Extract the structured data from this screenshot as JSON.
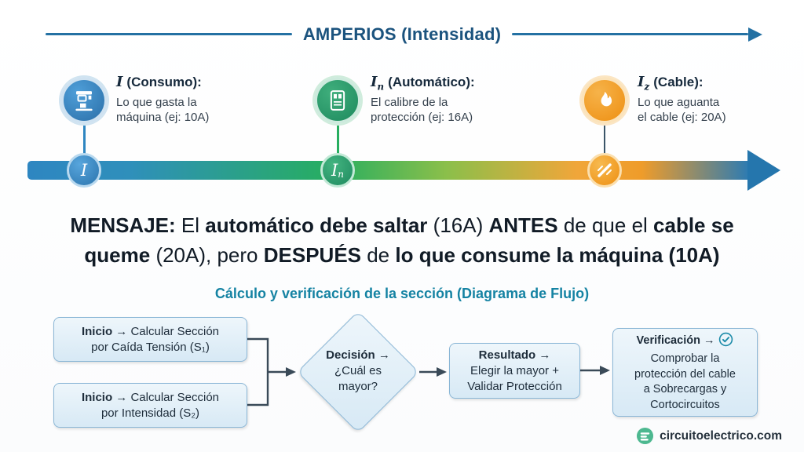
{
  "colors": {
    "header_blue": "#1b537e",
    "node_blue": "#2e86c1",
    "node_green": "#27ae60",
    "node_orange": "#f39c12",
    "flow_title_teal": "#1583a3",
    "flow_box_fill": "#d7e9f5",
    "flow_box_border": "#8ab6d6",
    "brand_green": "#4db890"
  },
  "icons": {
    "node1": "coffee-machine-icon",
    "node2": "circuit-breaker-icon",
    "node3": "flame-icon",
    "badge3": "cable-icon",
    "verify": "verified-check-icon",
    "brand": "brand-circle-icon",
    "timeline": "arrow-right-icon"
  },
  "header": {
    "title": "AMPERIOS (Intensidad)"
  },
  "nodes": [
    {
      "sym": "I",
      "sub": "",
      "name": "(Consumo):",
      "desc1": "Lo que gasta la",
      "desc2": "máquina (ej: 10A)",
      "badge_sym": "I",
      "badge_sub": ""
    },
    {
      "sym": "I",
      "sub": "n",
      "name": "(Automático):",
      "desc1": "El calibre de la",
      "desc2": "protección (ej: 16A)",
      "badge_sym": "I",
      "badge_sub": "n"
    },
    {
      "sym": "I",
      "sub": "z",
      "name": "(Cable):",
      "desc1": "Lo que aguanta",
      "desc2": "el cable (ej: 20A)",
      "badge_sym": "",
      "badge_sub": ""
    }
  ],
  "message": {
    "segments": [
      {
        "text": "MENSAJE: ",
        "bold": true
      },
      {
        "text": "El ",
        "bold": false
      },
      {
        "text": "automático debe saltar",
        "bold": true
      },
      {
        "text": " (16A) ",
        "bold": false
      },
      {
        "text": "ANTES",
        "bold": true
      },
      {
        "text": " de que el ",
        "bold": false
      },
      {
        "text": "cable se queme",
        "bold": true
      },
      {
        "text": " (20A), pero ",
        "bold": false
      },
      {
        "text": "DESPUÉS",
        "bold": true
      },
      {
        "text": " de ",
        "bold": false
      },
      {
        "text": "lo que consume la máquina (10A)",
        "bold": true
      }
    ]
  },
  "flowchart": {
    "title": "Cálculo y verificación de la sección (Diagrama de Flujo)",
    "start1": {
      "label": "Inicio →",
      "line1": "Calcular Sección",
      "line2": "por Caída Tensión (S₁)"
    },
    "start2": {
      "label": "Inicio →",
      "line1": "Calcular Sección",
      "line2": "por Intensidad (S₂)"
    },
    "decision": {
      "label": "Decisión →",
      "line1": "¿Cuál es",
      "line2": "mayor?"
    },
    "result": {
      "label": "Resultado →",
      "line1": "Elegir la mayor +",
      "line2": "Validar Protección"
    },
    "verify": {
      "label": "Verificación →",
      "line1": "Comprobar la",
      "line2": "protección del cable",
      "line3": "a Sobrecargas y",
      "line4": "Cortocircuitos"
    }
  },
  "footer": {
    "brand": "circuitoelectrico.com"
  }
}
